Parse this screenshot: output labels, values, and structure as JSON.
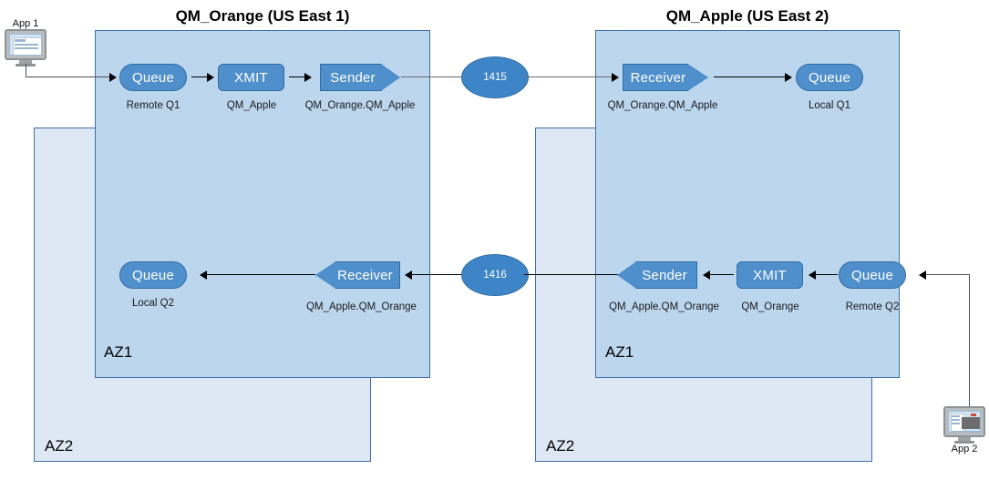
{
  "diagram": {
    "title_left": "QM_Orange (US East 1)",
    "title_right": "QM_Apple (US East 2)",
    "zone_labels": {
      "left_az1": "AZ1",
      "left_az2": "AZ2",
      "right_az1": "AZ1",
      "right_az2": "AZ2"
    },
    "colors": {
      "az1_fill": "#bcd6ee",
      "az2_fill": "#dde8f4",
      "zone_border": "#3f6fa8",
      "node_fill": "#4f8fcc",
      "node_border": "#2f6ca5",
      "port_fill": "#3d85c6",
      "connector": "#000000"
    },
    "apps": [
      {
        "name": "app-1",
        "label": "App 1"
      },
      {
        "name": "app-2",
        "label": "App 2"
      }
    ],
    "ports": [
      {
        "name": "port-1415",
        "label": "1415"
      },
      {
        "name": "port-1416",
        "label": "1416"
      }
    ],
    "flows": [
      {
        "id": "outbound",
        "nodes": [
          {
            "shape": "queue",
            "label": "Queue",
            "caption": "Remote Q1"
          },
          {
            "shape": "xmit",
            "label": "XMIT",
            "caption": "QM_Apple"
          },
          {
            "shape": "sender",
            "label": "Sender",
            "caption": "QM_Orange.QM_Apple"
          },
          {
            "shape": "receiver",
            "label": "Receiver",
            "caption": "QM_Orange.QM_Apple"
          },
          {
            "shape": "queue",
            "label": "Queue",
            "caption": "Local Q1"
          }
        ]
      },
      {
        "id": "inbound",
        "nodes": [
          {
            "shape": "queue",
            "label": "Queue",
            "caption": "Local Q2"
          },
          {
            "shape": "receiver",
            "label": "Receiver",
            "caption": "QM_Apple.QM_Orange"
          },
          {
            "shape": "sender",
            "label": "Sender",
            "caption": "QM_Apple.QM_Orange"
          },
          {
            "shape": "xmit",
            "label": "XMIT",
            "caption": "QM_Orange"
          },
          {
            "shape": "queue",
            "label": "Queue",
            "caption": "Remote Q2"
          }
        ]
      }
    ]
  }
}
